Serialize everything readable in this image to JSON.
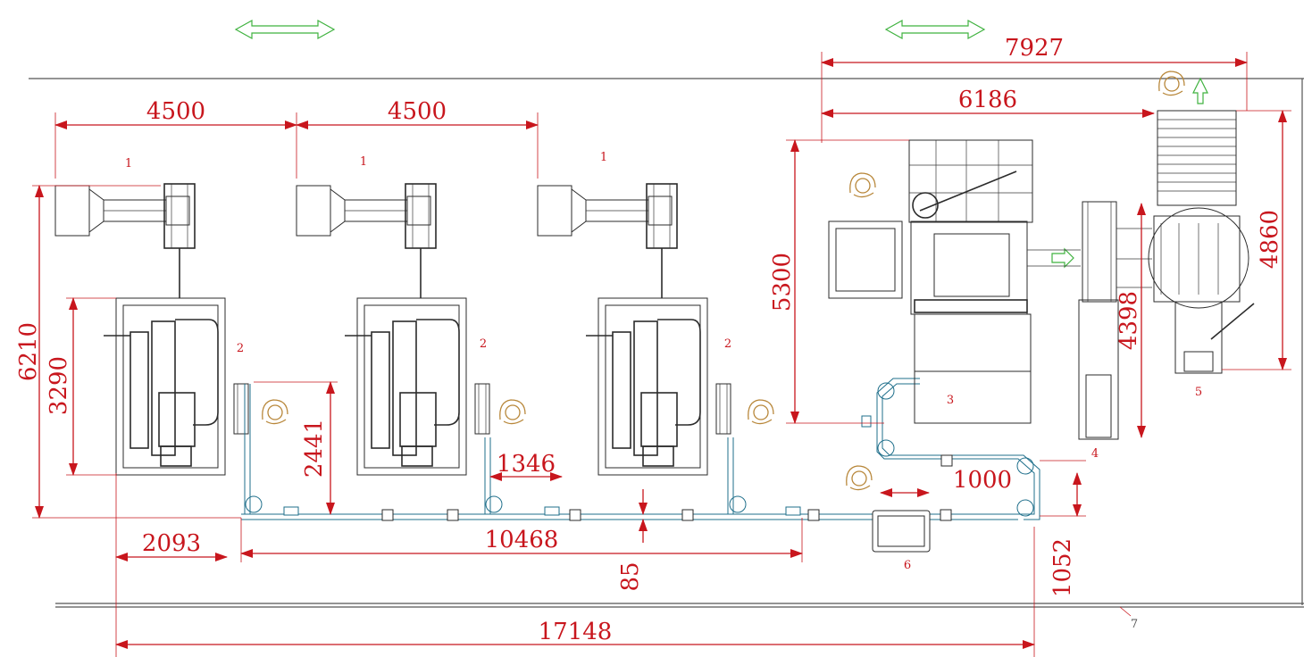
{
  "dimensions": {
    "d4500_a": "4500",
    "d4500_b": "4500",
    "d7927": "7927",
    "d6186": "6186",
    "d6210": "6210",
    "d3290": "3290",
    "d2441": "2441",
    "d1346": "1346",
    "d1000": "1000",
    "d5300": "5300",
    "d4398": "4398",
    "d4860": "4860",
    "d2093": "2093",
    "d10468": "10468",
    "d85": "85",
    "d1052": "1052",
    "d17148": "17148"
  },
  "labels": {
    "feeder_1a": "1",
    "feeder_1b": "1",
    "feeder_1c": "1",
    "machine_2a": "2",
    "machine_2b": "2",
    "machine_2c": "2",
    "station_3": "3",
    "station_4": "4",
    "station_5": "5",
    "station_6": "6",
    "wall_7": "7"
  },
  "colors": {
    "dimension": "#c8161d",
    "linework": "#2b2b2b",
    "conveyor": "#1f6f8b",
    "direction_arrow": "#3fb23f",
    "operator_icon": "#b8873a"
  },
  "icons": [
    "double-arrow-icon",
    "operator-icon",
    "up-arrow-icon",
    "flow-arrow-icon"
  ]
}
